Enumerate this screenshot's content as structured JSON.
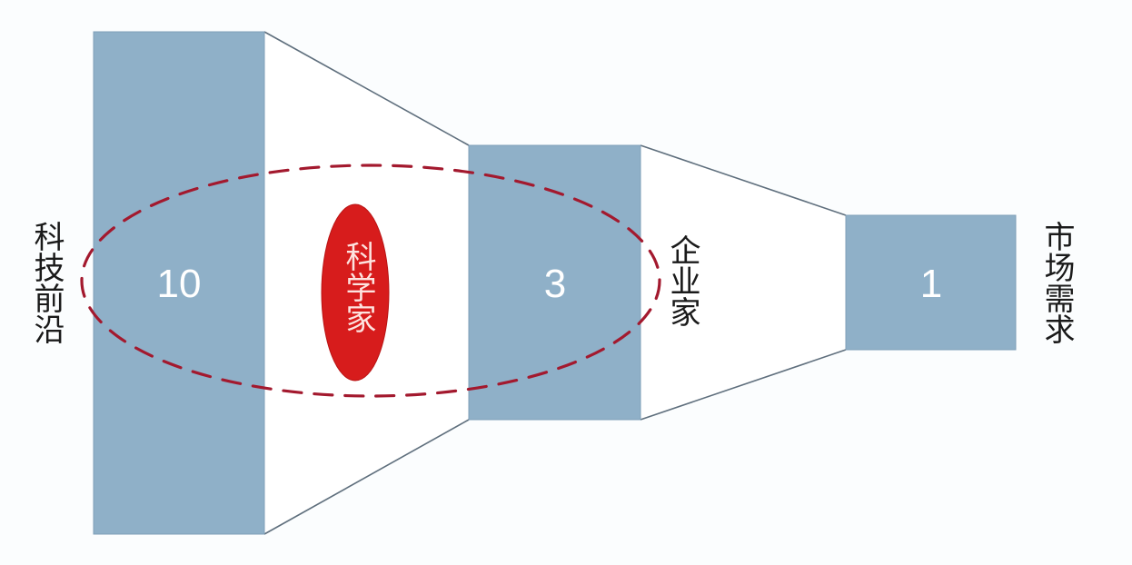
{
  "diagram": {
    "type": "funnel",
    "colors": {
      "background": "#fbfdfe",
      "bar_fill": "#8fb0c8",
      "bar_edge": "#7f9fb8",
      "connector_line": "#5f6f7d",
      "dashed_ellipse": "#a3192e",
      "scientist_fill": "#d71c1c",
      "label_text": "#1a1a1a",
      "value_text": "#ffffff"
    },
    "stages": [
      {
        "value": "10",
        "label": "科技前沿"
      },
      {
        "value": "3",
        "label": "企业家"
      },
      {
        "value": "1",
        "label": "市场需求"
      }
    ],
    "highlight": {
      "label": "科学家"
    }
  },
  "chart_data": {
    "type": "funnel",
    "title": "",
    "categories": [
      "科技前沿",
      "企业家",
      "市场需求"
    ],
    "values": [
      10,
      3,
      1
    ],
    "annotations": [
      {
        "text": "科学家",
        "shape": "red-ellipse",
        "position": "between 科技前沿 and 企业家"
      },
      {
        "shape": "dashed-ellipse",
        "encloses": [
          "科技前沿",
          "企业家"
        ]
      }
    ]
  }
}
